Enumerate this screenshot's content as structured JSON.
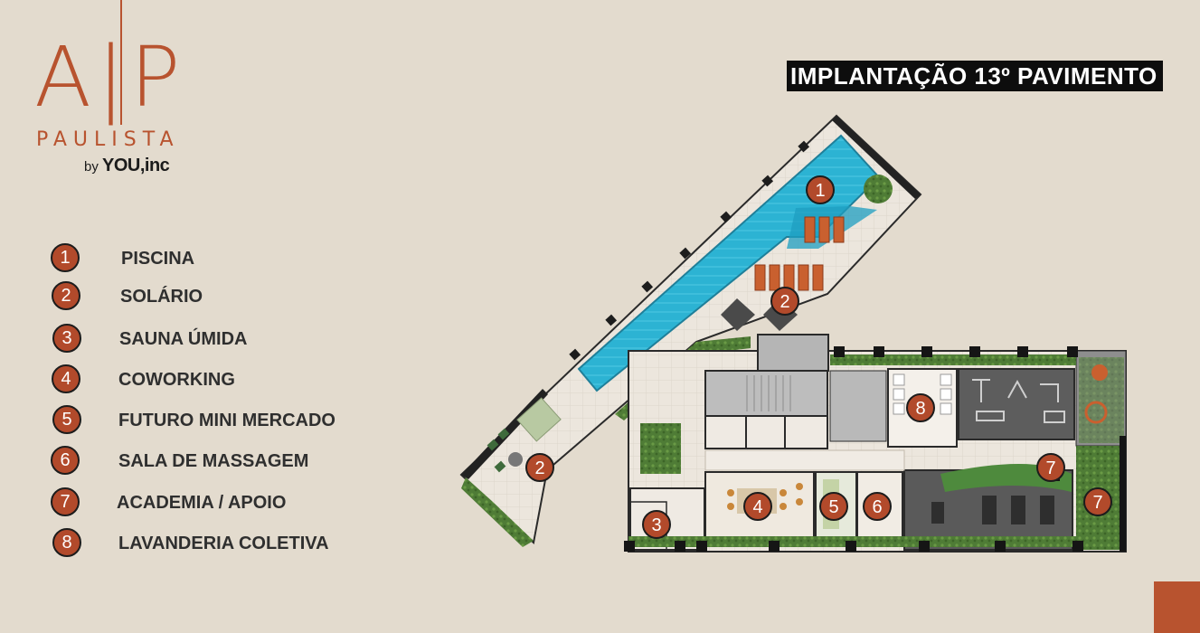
{
  "logo": {
    "letters": "A|P",
    "wordmark": "PAULISTA",
    "by": "by",
    "brand": "YOU,inc"
  },
  "title": "IMPLANTAÇÃO 13º PAVIMENTO",
  "legend": [
    {
      "number": "1",
      "label": "PISCINA"
    },
    {
      "number": "2",
      "label": "SOLÁRIO"
    },
    {
      "number": "3",
      "label": "SAUNA ÚMIDA"
    },
    {
      "number": "4",
      "label": "COWORKING"
    },
    {
      "number": "5",
      "label": "FUTURO MINI MERCADO"
    },
    {
      "number": "6",
      "label": "SALA DE MASSAGEM"
    },
    {
      "number": "7",
      "label": "ACADEMIA / APOIO"
    },
    {
      "number": "8",
      "label": "LAVANDERIA COLETIVA"
    }
  ],
  "markers": [
    "1",
    "2",
    "2",
    "3",
    "4",
    "5",
    "6",
    "7",
    "7",
    "8"
  ],
  "colors": {
    "background": "#e3dbce",
    "accent": "#b8532f",
    "badge": "#b24a2b",
    "pool": "#2bb6d6",
    "floor": "#eae3da",
    "wall": "#2a2a2a",
    "garden": "#4e7a34",
    "gym_floor": "#5a5a5a"
  }
}
